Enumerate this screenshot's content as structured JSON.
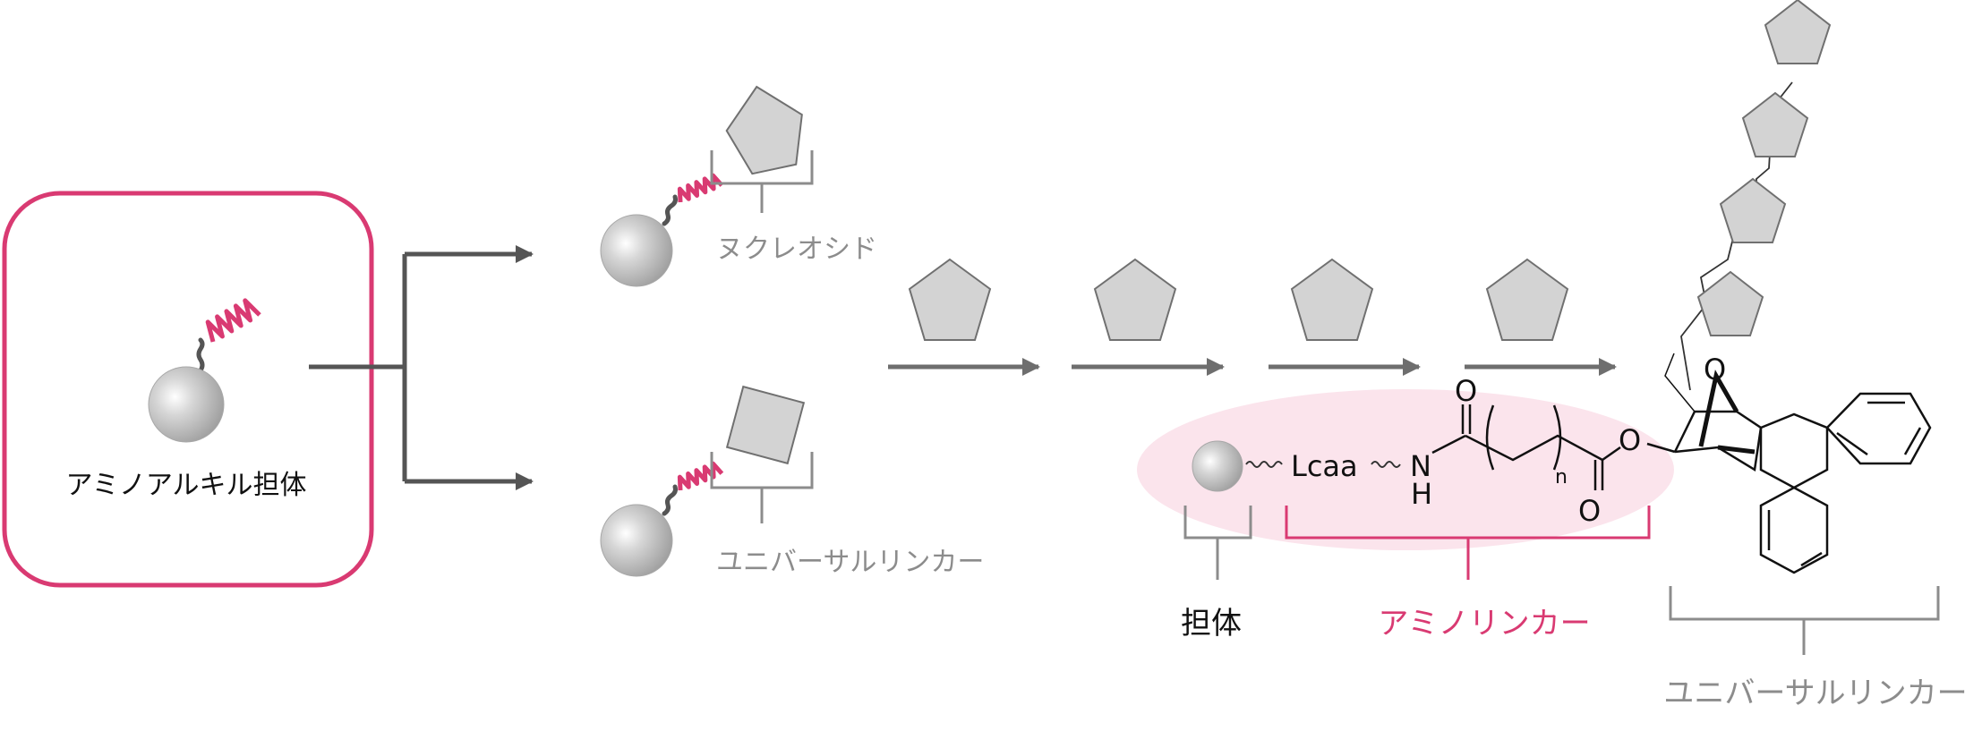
{
  "colors": {
    "magenta": "#d93a72",
    "gray_text": "#8c8c8c",
    "arrow": "#6e6e6e",
    "line_dark": "#555555",
    "bead": "#bdbdbd",
    "pentagon_fill": "#d3d3d3",
    "highlight": "#fbe4ec"
  },
  "support_box": {
    "label": "アミノアルキル担体"
  },
  "branch_top": {
    "label": "ヌクレオシド"
  },
  "branch_bottom": {
    "label": "ユニバーサルリンカー"
  },
  "structure": {
    "lcaa": "Lcaa",
    "n_atom": "N",
    "h_atom": "H",
    "o_carbonyl_top": "O",
    "o_ester_bottom": "O",
    "o_ester_link": "O",
    "o_bridge": "O",
    "subscript_n": "n"
  },
  "labels": {
    "support": "担体",
    "amino_linker": "アミノリンカー",
    "universal_linker": "ユニバーサルリンカー"
  }
}
